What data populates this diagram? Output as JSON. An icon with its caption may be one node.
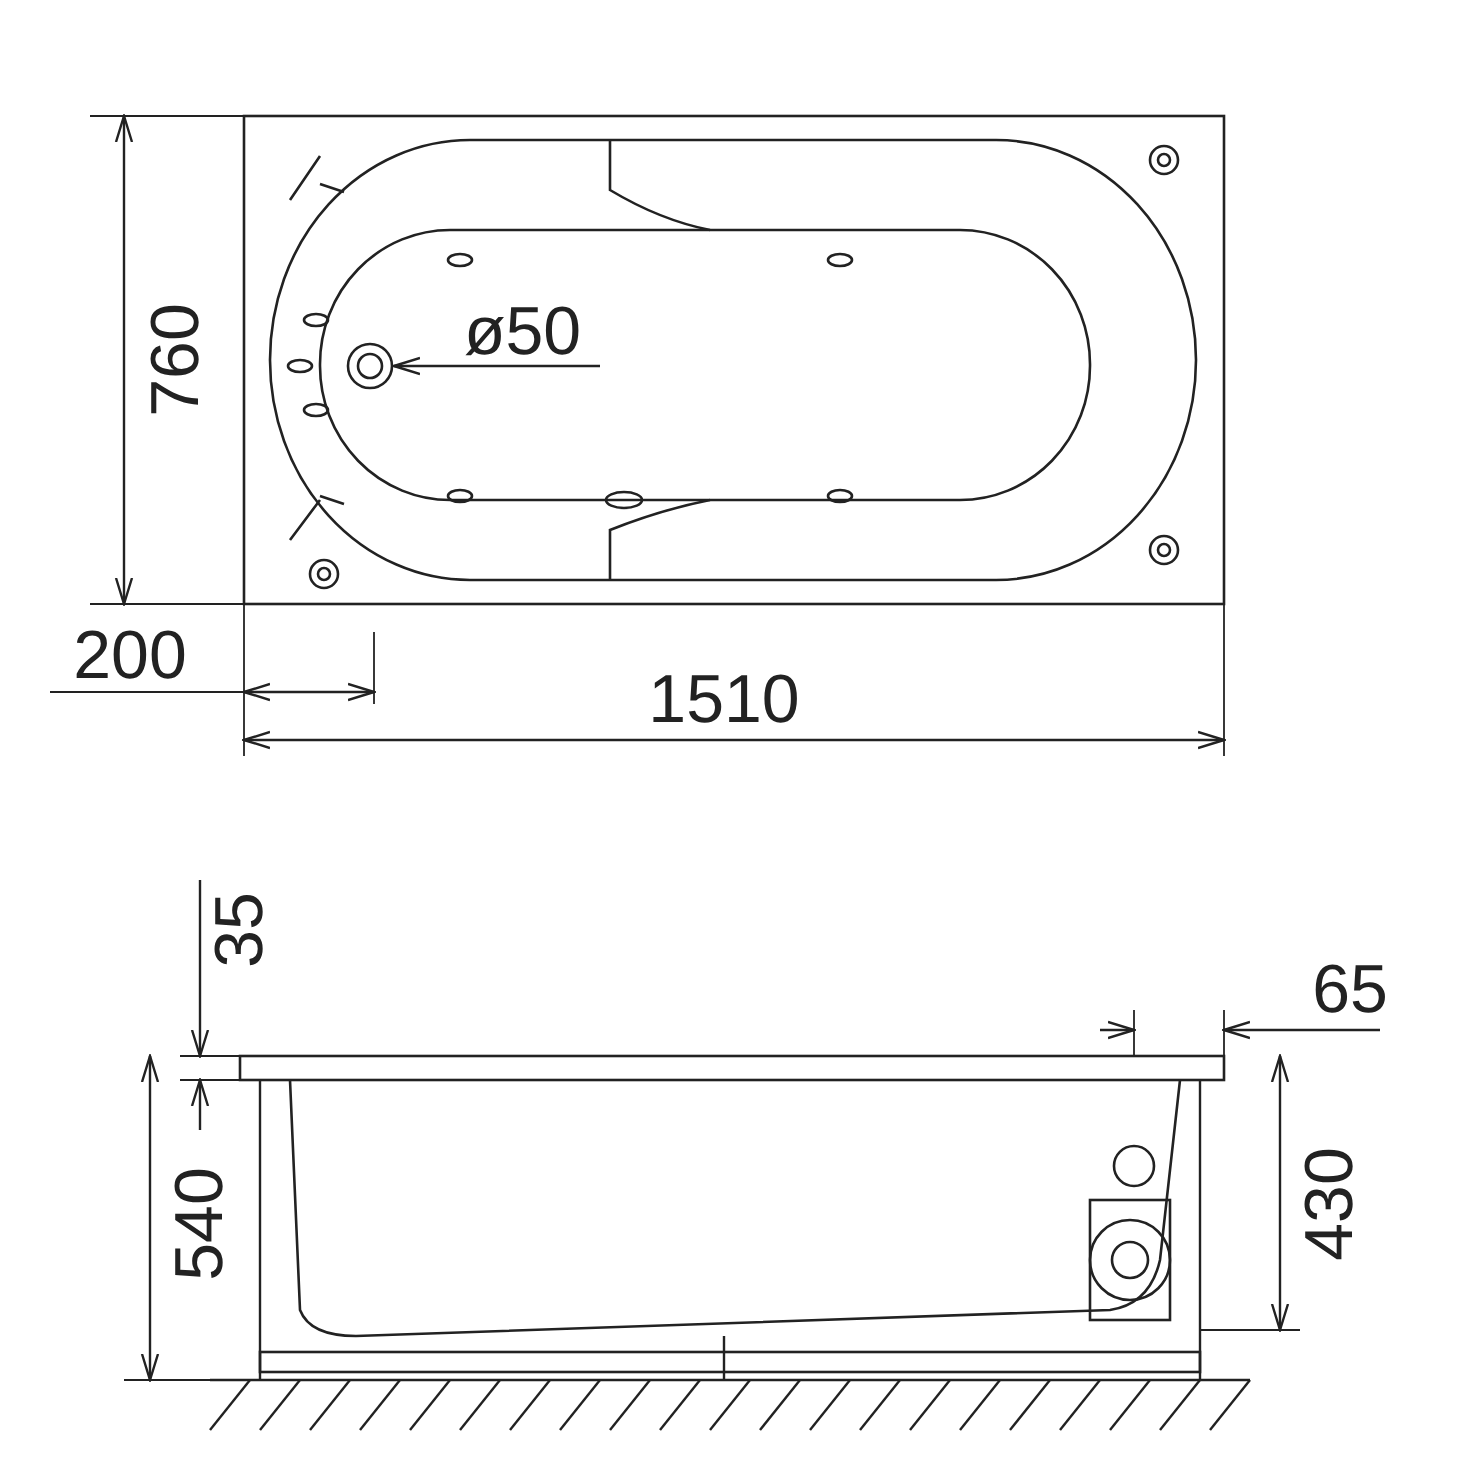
{
  "diagram": {
    "nodes": [
      {
        "text": [
          "ø50"
        ]
      },
      {
        "text": [],
        "shape": "circle"
      }
    ],
    "edges": [
      {
        "from": 0,
        "to": 1,
        "arrow": "to"
      }
    ],
    "labels": [
      "760",
      "200",
      "1510",
      "35",
      "65",
      "540",
      "430"
    ]
  }
}
